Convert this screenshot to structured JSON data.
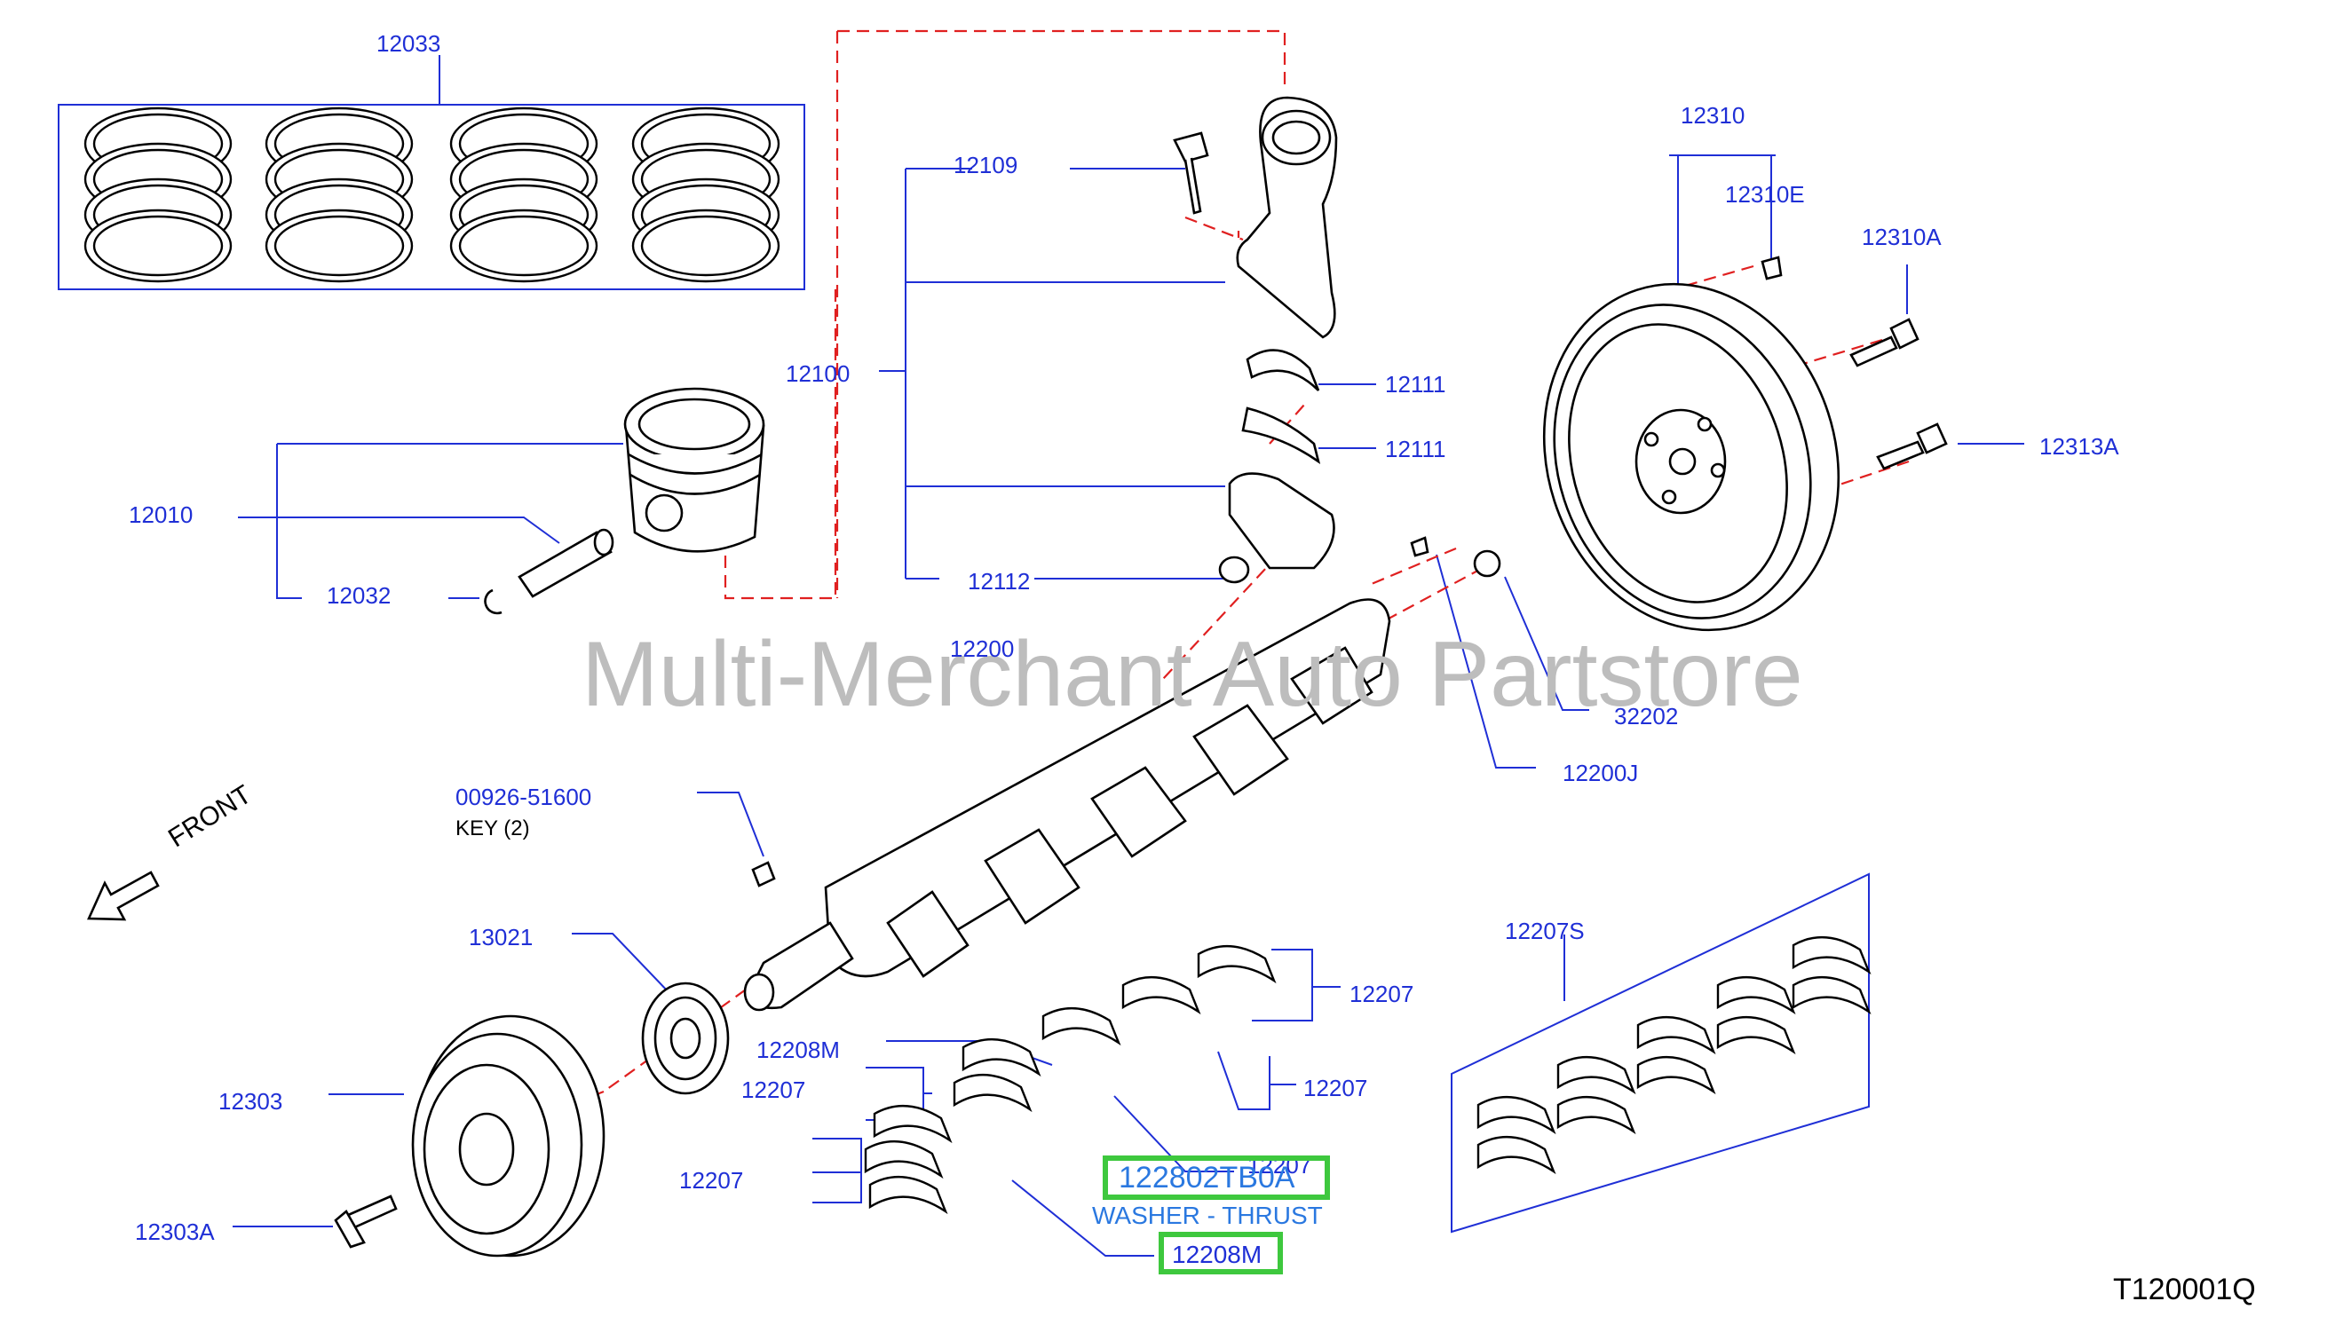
{
  "watermark": "Multi-Merchant Auto Partstore",
  "diagram_ref": "T120001Q",
  "front_label": "FRONT",
  "callouts": {
    "p12033": "12033",
    "p12109": "12109",
    "p12100": "12100",
    "p12111a": "12111",
    "p12111b": "12111",
    "p12112": "12112",
    "p12010": "12010",
    "p12032": "12032",
    "p12200": "12200",
    "p12310": "12310",
    "p12310E": "12310E",
    "p12310A": "12310A",
    "p12313A": "12313A",
    "p32202": "32202",
    "p12200J": "12200J",
    "p00926": "00926-51600",
    "key_label": "KEY  (2)",
    "p13021": "13021",
    "p12207S": "12207S",
    "p12207a": "12207",
    "p12207b": "12207",
    "p12207c": "12207",
    "p12207d": "12207",
    "p12207e": "12207",
    "p12208M_top": "12208M",
    "p12303": "12303",
    "p12303A": "12303A"
  },
  "highlight": {
    "part_number": "122802TB0A",
    "description": "WASHER - THRUST",
    "part_12208M": "12208M"
  },
  "colors": {
    "leader": "#1f2fd6",
    "dashed_center": "#e02020",
    "highlight_border": "#3ec83e",
    "highlight_text": "#2a78e0",
    "watermark": "#bdbdbd"
  }
}
